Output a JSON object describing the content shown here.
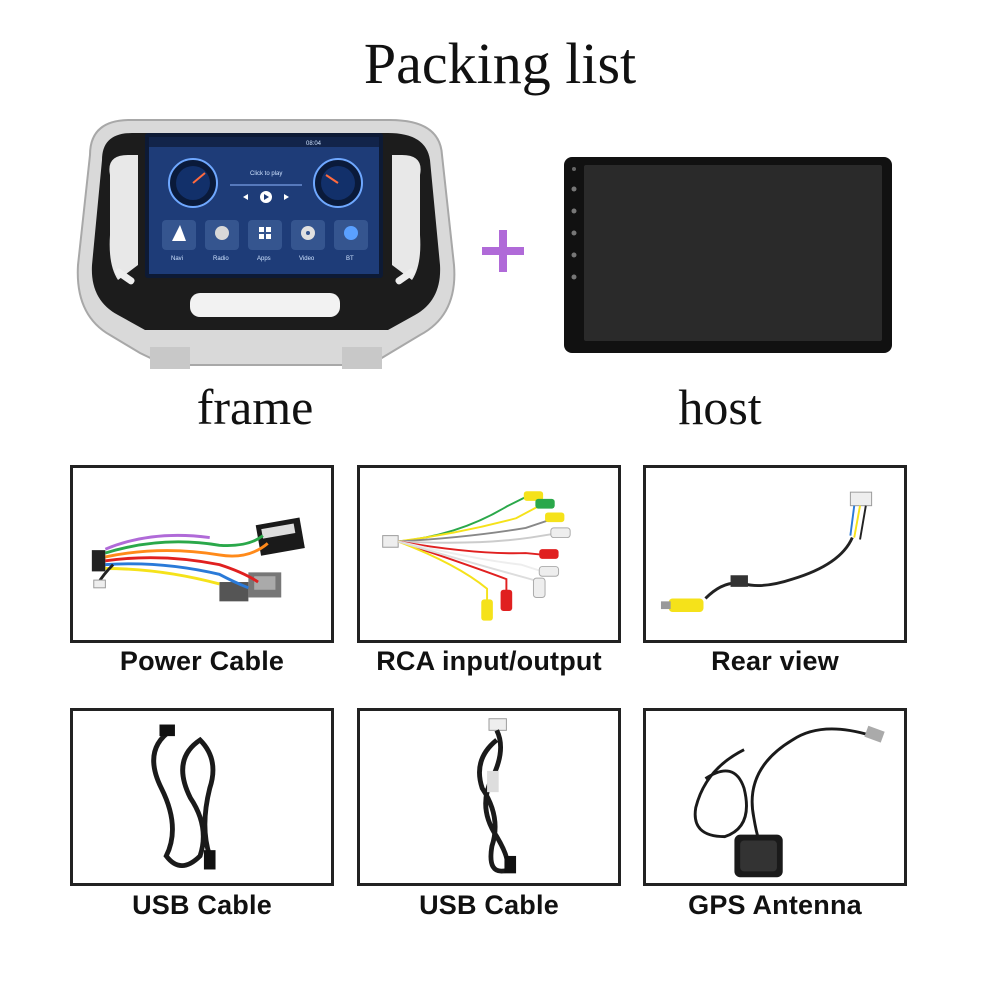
{
  "title": "Packing list",
  "labels": {
    "frame": "frame",
    "host": "host"
  },
  "frame_screen": {
    "time": "08:04",
    "now_playing": "Click to play",
    "apps": [
      "Navi",
      "Radio",
      "Apps",
      "Video",
      "BT"
    ]
  },
  "items": [
    {
      "label": "Power Cable",
      "icon": "power-cable-icon"
    },
    {
      "label": "RCA input/output",
      "icon": "rca-cable-icon"
    },
    {
      "label": "Rear view",
      "icon": "rear-view-cable-icon"
    },
    {
      "label": "USB Cable",
      "icon": "usb-cable-icon"
    },
    {
      "label": "USB Cable",
      "icon": "usb-cable-icon"
    },
    {
      "label": "GPS Antenna",
      "icon": "gps-antenna-icon"
    }
  ],
  "colors": {
    "plus": "#b06ad8",
    "frame_silver": "#d8d8d8",
    "screen_blue": "#1e3c78"
  }
}
